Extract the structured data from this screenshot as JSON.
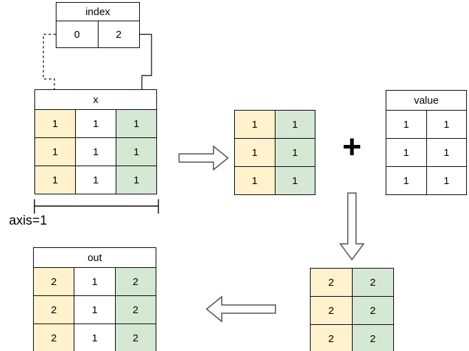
{
  "colors": {
    "highlight_yellow": "#FFF2CC",
    "highlight_green": "#D5E8D4",
    "table_border": "#000000"
  },
  "index_table": {
    "title": "index",
    "cells": [
      "0",
      "2"
    ]
  },
  "x_table": {
    "title": "x",
    "rows": [
      [
        "1",
        "1",
        "1"
      ],
      [
        "1",
        "1",
        "1"
      ],
      [
        "1",
        "1",
        "1"
      ]
    ]
  },
  "axis_label": "axis=1",
  "gathered_table": {
    "rows": [
      [
        "1",
        "1"
      ],
      [
        "1",
        "1"
      ],
      [
        "1",
        "1"
      ]
    ]
  },
  "operator": "+",
  "value_table": {
    "title": "value",
    "rows": [
      [
        "1",
        "1"
      ],
      [
        "1",
        "1"
      ],
      [
        "1",
        "1"
      ]
    ]
  },
  "sum_table": {
    "rows": [
      [
        "2",
        "2"
      ],
      [
        "2",
        "2"
      ],
      [
        "2",
        "2"
      ]
    ]
  },
  "out_table": {
    "title": "out",
    "rows": [
      [
        "2",
        "1",
        "2"
      ],
      [
        "2",
        "1",
        "2"
      ],
      [
        "2",
        "1",
        "2"
      ]
    ]
  }
}
